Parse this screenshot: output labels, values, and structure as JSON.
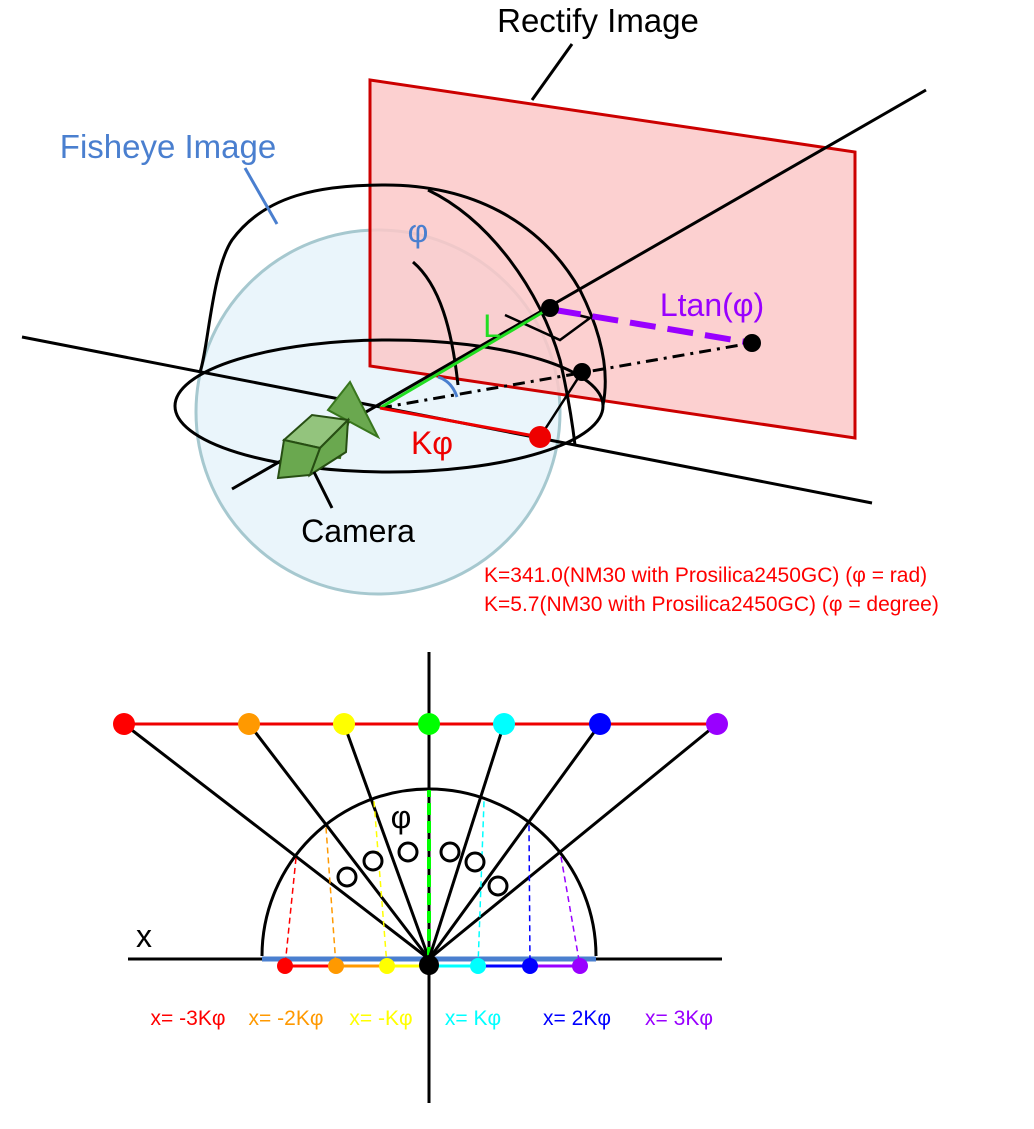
{
  "top_diagram": {
    "rectify_label": "Rectify Image",
    "fisheye_label": "Fisheye Image",
    "phi_label": "φ",
    "l_label": "L",
    "ltan_label": "Ltan(φ)",
    "kphi_label": "Kφ",
    "camera_label": "Camera",
    "note_rad": "K=341.0(NM30 with Prosilica2450GC) (φ = rad)",
    "note_deg": "K=5.7(NM30 with Prosilica2450GC) (φ = degree)"
  },
  "bottom_diagram": {
    "x_axis_label": "x",
    "phi_label": "φ",
    "points": [
      {
        "color": "#ff0000",
        "label": "x= -3Kφ"
      },
      {
        "color": "#ff9900",
        "label": "x= -2Kφ"
      },
      {
        "color": "#ffff00",
        "label": "x= -Kφ"
      },
      {
        "color": "#00ff00",
        "label": ""
      },
      {
        "color": "#00ffff",
        "label": "x= Kφ"
      },
      {
        "color": "#0000ff",
        "label": "x= 2Kφ"
      },
      {
        "color": "#9900ff",
        "label": "x= 3Kφ"
      }
    ]
  },
  "colors": {
    "fisheye_blue": "#4a7fcf",
    "rectify_fill": "#fbc8c8",
    "rectify_stroke": "#cc0000",
    "sphere_fill": "#eaf5fb",
    "sphere_stroke": "#a6c8cf",
    "camera_green": "#6aa84f",
    "purple": "#9900ff",
    "note_red": "#ff0000"
  }
}
